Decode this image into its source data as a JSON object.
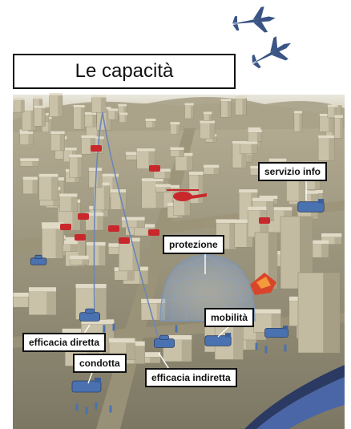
{
  "title": "Le capacità",
  "labels": {
    "servizio_info": "servizio info",
    "protezione": "protezione",
    "mobilita": "mobilità",
    "efficacia_diretta": "efficacia diretta",
    "condotta": "condotta",
    "efficacia_indiretta": "efficacia indiretta"
  },
  "colors": {
    "friendly": "#4a72b0",
    "hostile": "#c8282c",
    "buildings": "#c9c2a8",
    "ground": "#8c8770",
    "dome": "#9fb3cc"
  },
  "icons": [
    "jet-icon",
    "jet-icon",
    "helicopter-icon",
    "tank-icon",
    "truck-icon"
  ]
}
